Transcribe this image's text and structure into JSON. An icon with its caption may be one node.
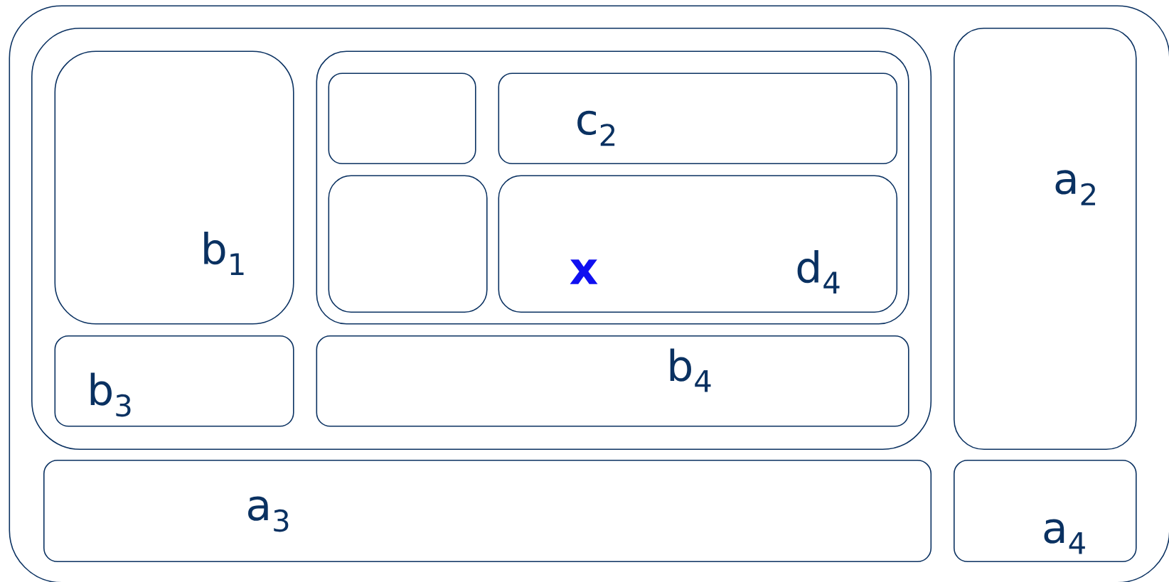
{
  "diagram": {
    "nodes": [
      {
        "text": [],
        "shape": "box"
      },
      {
        "text": [],
        "shape": "box",
        "in": 0
      },
      {
        "text": [
          "b$_{1}$"
        ],
        "in": 1
      },
      {
        "text": [],
        "shape": "box",
        "in": 1
      },
      {
        "text": [],
        "shape": "box",
        "in": 3
      },
      {
        "text": [
          "c$_{2}$"
        ],
        "in": 3
      },
      {
        "text": [],
        "shape": "box",
        "in": 3
      },
      {
        "text": [
          "x",
          "d$_{4}$"
        ],
        "in": 3
      },
      {
        "text": [
          "b$_{3}$"
        ],
        "in": 1
      },
      {
        "text": [
          "b$_{4}$"
        ],
        "in": 1
      },
      {
        "text": [
          "a$_{2}$"
        ],
        "in": 0
      },
      {
        "text": [
          "a$_{3}$"
        ],
        "in": 0
      },
      {
        "text": [
          "a$_{4}$"
        ],
        "in": 0
      }
    ]
  }
}
